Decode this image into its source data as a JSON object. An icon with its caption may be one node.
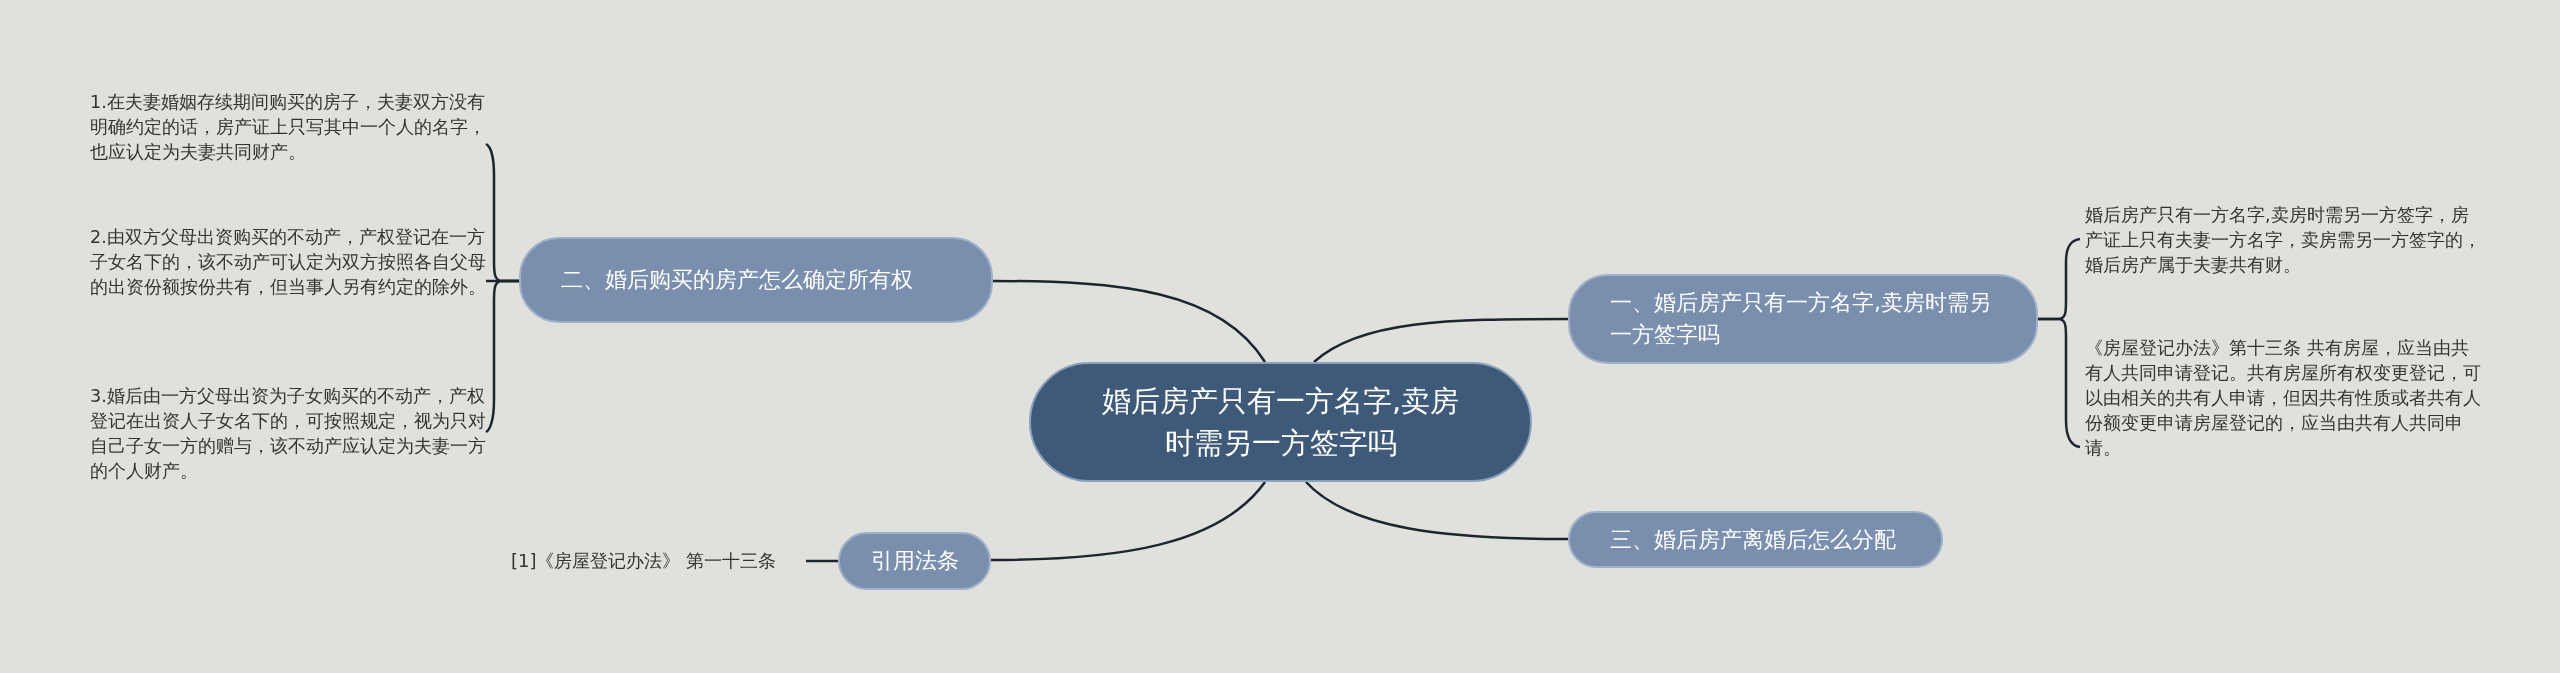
{
  "diagram": {
    "nodes": [
      {
        "text": [
          "婚后房产只有一方名字,卖房时需另一方签字吗"
        ]
      },
      {
        "text": [
          "一、婚后房产只有一方名字,卖房时需另一方签字吗"
        ]
      },
      {
        "text": [
          "婚后房产只有一方名字,卖房时需另一方签字，房产证上只有夫妻一方名字，卖房需另一方签字的，婚后房产属于夫妻共有财。"
        ]
      },
      {
        "text": [
          "《房屋登记办法》第十三条 共有房屋，应当由共有人共同申请登记。共有房屋所有权变更登记，可以由相关的共有人申请，但因共有性质或者共有人份额变更申请房屋登记的，应当由共有人共同申请。"
        ]
      },
      {
        "text": [
          "三、婚后房产离婚后怎么分配"
        ]
      },
      {
        "text": [
          "二、婚后购买的房产怎么确定所有权"
        ]
      },
      {
        "text": [
          "1.在夫妻婚姻存续期间购买的房子，夫妻双方没有明确约定的话，房产证上只写其中一个人的名字，也应认定为夫妻共同财产。"
        ]
      },
      {
        "text": [
          "2.由双方父母出资购买的不动产，产权登记在一方子女名下的，该不动产可认定为双方按照各自父母的出资份额按份共有，但当事人另有约定的除外。"
        ]
      },
      {
        "text": [
          "3.婚后由一方父母出资为子女购买的不动产，产权登记在出资人子女名下的，可按照规定，视为只对自己子女一方的赠与，该不动产应认定为夫妻一方的个人财产。"
        ]
      },
      {
        "text": [
          "引用法条"
        ]
      },
      {
        "text": [
          "[1]《房屋登记办法》 第一十三条"
        ]
      }
    ],
    "edges": [
      {
        "from": 0,
        "to": 1,
        "arrow": "none"
      },
      {
        "from": 1,
        "to": 2,
        "arrow": "none"
      },
      {
        "from": 1,
        "to": 3,
        "arrow": "none"
      },
      {
        "from": 0,
        "to": 4,
        "arrow": "none"
      },
      {
        "from": 0,
        "to": 5,
        "arrow": "none"
      },
      {
        "from": 5,
        "to": 6,
        "arrow": "none"
      },
      {
        "from": 5,
        "to": 7,
        "arrow": "none"
      },
      {
        "from": 5,
        "to": 8,
        "arrow": "none"
      },
      {
        "from": 0,
        "to": 9,
        "arrow": "none"
      },
      {
        "from": 9,
        "to": 10,
        "arrow": "none"
      }
    ]
  }
}
